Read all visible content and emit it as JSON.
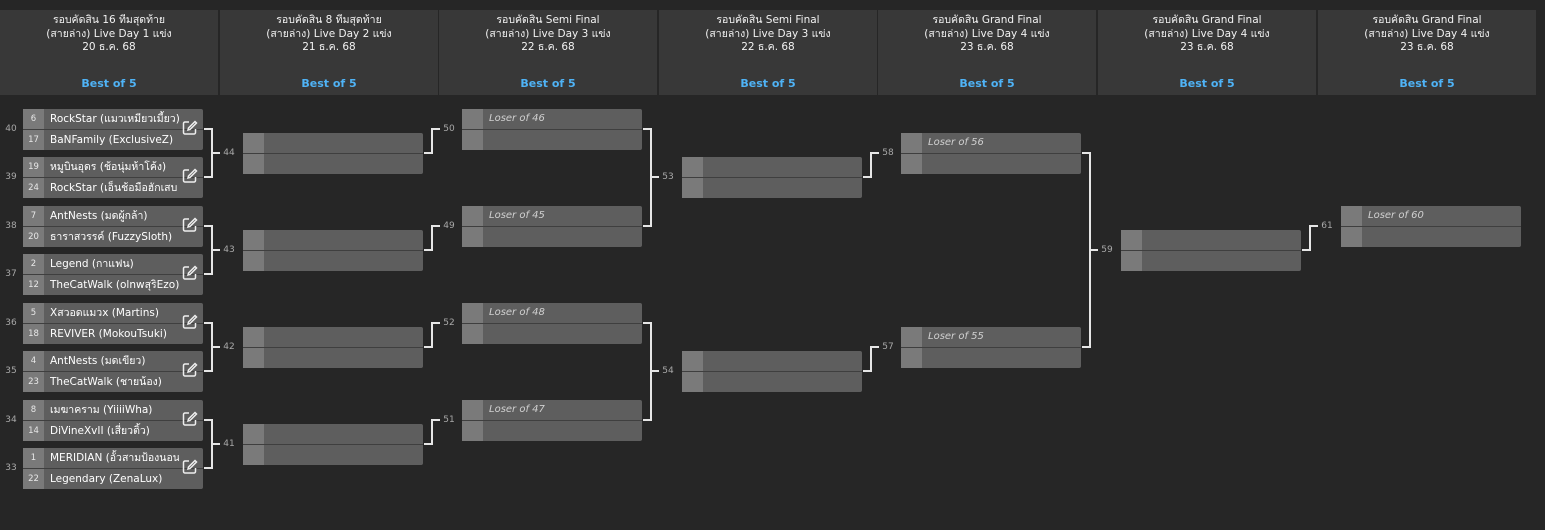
{
  "rounds": [
    {
      "title": "รอบคัดสิน 16 ทีมสุดท้าย\n(สายล่าง) Live Day 1 แข่ง\n20 ธ.ค. 68",
      "best_of": "Best of 5"
    },
    {
      "title": "รอบคัดสิน 8 ทีมสุดท้าย\n(สายล่าง) Live Day 2 แข่ง\n21 ธ.ค. 68",
      "best_of": "Best of 5"
    },
    {
      "title": "รอบคัดสิน Semi Final\n(สายล่าง) Live Day 3 แข่ง\n22 ธ.ค. 68",
      "best_of": "Best of 5"
    },
    {
      "title": "รอบคัดสิน Semi Final\n(สายล่าง) Live Day 3 แข่ง\n22 ธ.ค. 68",
      "best_of": "Best of 5"
    },
    {
      "title": "รอบคัดสิน Grand Final\n(สายล่าง) Live Day 4 แข่ง\n23 ธ.ค. 68",
      "best_of": "Best of 5"
    },
    {
      "title": "รอบคัดสิน Grand Final\n(สายล่าง) Live Day 4 แข่ง\n23 ธ.ค. 68",
      "best_of": "Best of 5"
    },
    {
      "title": "รอบคัดสิน Grand Final\n(สายล่าง) Live Day 4 แข่ง\n23 ธ.ค. 68",
      "best_of": "Best of 5"
    }
  ],
  "matches": {
    "m40": {
      "number": "40",
      "top": {
        "seed": "6",
        "name": "RockStar (แมวเหมียวเมี้ยว)"
      },
      "bottom": {
        "seed": "17",
        "name": "BaNFamily (ExclusiveZ)"
      }
    },
    "m39": {
      "number": "39",
      "top": {
        "seed": "19",
        "name": "หมูบินอุดร (ช้อนุ่มห้าโค้ง)"
      },
      "bottom": {
        "seed": "24",
        "name": "RockStar (เอ็นช้อมือฮักเสบ"
      }
    },
    "m38": {
      "number": "38",
      "top": {
        "seed": "7",
        "name": "AntNests (มดผู้กล้า)"
      },
      "bottom": {
        "seed": "20",
        "name": "ธาราสวรรค์ (FuzzySloth)"
      }
    },
    "m37": {
      "number": "37",
      "top": {
        "seed": "2",
        "name": "Legend (กาแฟน)"
      },
      "bottom": {
        "seed": "12",
        "name": "TheCatWalk (olnwสุริEzo)"
      }
    },
    "m36": {
      "number": "36",
      "top": {
        "seed": "5",
        "name": "Xสวอดแมวx (Martins)"
      },
      "bottom": {
        "seed": "18",
        "name": "REVIVER (MokouTsuki)"
      }
    },
    "m35": {
      "number": "35",
      "top": {
        "seed": "4",
        "name": "AntNests (มดเขียว)"
      },
      "bottom": {
        "seed": "23",
        "name": "TheCatWalk (ชายน้อง)"
      }
    },
    "m34": {
      "number": "34",
      "top": {
        "seed": "8",
        "name": "เมฆาคราม (YiiiiWha)"
      },
      "bottom": {
        "seed": "14",
        "name": "DiVineXvII (เสี่ยวติ้ว)"
      }
    },
    "m33": {
      "number": "33",
      "top": {
        "seed": "1",
        "name": "MERIDIAN (อั้วสามป้องนอน"
      },
      "bottom": {
        "seed": "22",
        "name": "Legendary (ZenaLux)"
      }
    },
    "m44": {
      "number": "44"
    },
    "m43": {
      "number": "43"
    },
    "m42": {
      "number": "42"
    },
    "m41": {
      "number": "41"
    },
    "m50": {
      "number": "50",
      "top_placeholder": "Loser of 46"
    },
    "m49": {
      "number": "49",
      "top_placeholder": "Loser of 45"
    },
    "m52": {
      "number": "52",
      "top_placeholder": "Loser of 48"
    },
    "m51": {
      "number": "51",
      "top_placeholder": "Loser of 47"
    },
    "m53": {
      "number": "53"
    },
    "m54": {
      "number": "54"
    },
    "m58": {
      "number": "58",
      "top_placeholder": "Loser of 56"
    },
    "m57": {
      "number": "57",
      "top_placeholder": "Loser of 55"
    },
    "m59": {
      "number": "59"
    },
    "m61": {
      "number": "61",
      "top_placeholder": "Loser of 60"
    }
  },
  "icons": {
    "edit": "edit-icon"
  },
  "colors": {
    "accent": "#4fb3f6",
    "background": "#262626",
    "header": "#383838",
    "match": "#5e5e5e",
    "connector": "#e6e6e6"
  }
}
